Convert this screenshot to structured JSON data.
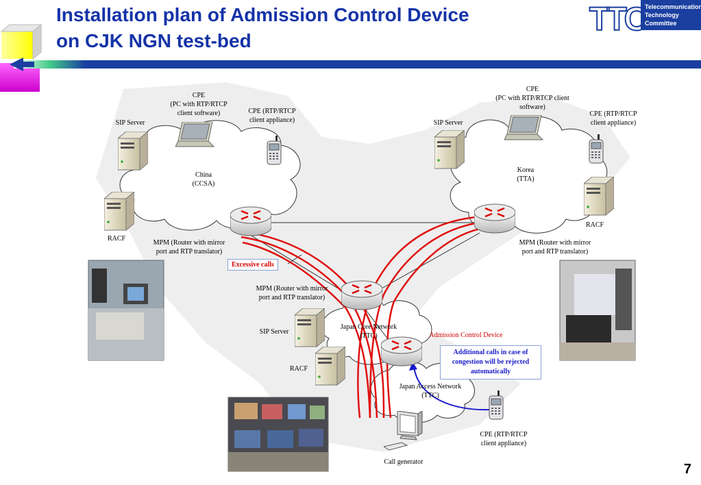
{
  "title": {
    "line1": "Installation plan of Admission Control Device",
    "line2": "on CJK NGN test-bed"
  },
  "logo": {
    "mark": "TTC",
    "line1": "Telecommunication",
    "line2": "Technology",
    "line3": "Committee"
  },
  "page_number": "7",
  "china": {
    "cpe_pc": [
      "CPE",
      "(PC with RTP/RTCP",
      "client software)"
    ],
    "cpe_appliance": [
      "CPE (RTP/RTCP",
      "client appliance)"
    ],
    "sip_server": "SIP Server",
    "network": [
      "China",
      "(CCSA)"
    ],
    "racf": "RACF",
    "mpm": [
      "MPM (Router with mirror",
      "port and RTP translator)"
    ]
  },
  "korea": {
    "cpe_pc": [
      "CPE",
      "(PC with RTP/RTCP client",
      "software)"
    ],
    "cpe_appliance": [
      "CPE (RTP/RTCP",
      "client appliance)"
    ],
    "sip_server": "SIP Server",
    "network": [
      "Korea",
      "(TTA)"
    ],
    "racf": "RACF",
    "mpm": [
      "MPM (Router with mirror",
      "port and RTP translator)"
    ]
  },
  "japan": {
    "mpm": [
      "MPM (Router with mirror",
      "port and RTP translator)"
    ],
    "sip_server": "SIP Server",
    "core_network": [
      "Japan Core  Network",
      "(TTC)"
    ],
    "racf": "RACF",
    "access_network": [
      "Japan Access Network",
      "(TTC)"
    ],
    "admission_control_device": "Admission Control Device",
    "cpe_appliance": [
      "CPE (RTP/RTCP",
      "client appliance)"
    ],
    "call_generator": "Call generator"
  },
  "callouts": {
    "excessive_calls": "Excessive calls",
    "additional_calls": [
      "Additional calls in case of",
      "congestion will be rejected",
      "automatically"
    ]
  },
  "colors": {
    "title_blue": "#1533a8",
    "bar_blue": "#1a3fa0",
    "flow_red": "#e01010",
    "reject_blue": "#1a1acc"
  },
  "icons": [
    "server-icon",
    "laptop-icon",
    "phone-icon",
    "router-icon",
    "cloud-icon",
    "monitor-icon"
  ]
}
